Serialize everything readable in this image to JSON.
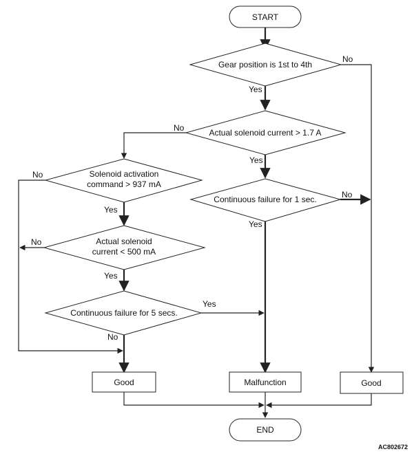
{
  "nodes": {
    "start": "START",
    "end": "END",
    "gear_check": [
      "Gear position is 1st to 4th"
    ],
    "current_gt_1_7": [
      "Actual solenoid current > 1.7 A"
    ],
    "continuous_1s": [
      "Continuous failure for 1 sec."
    ],
    "activation_cmd": [
      "Solenoid activation",
      "command > 937 mA"
    ],
    "current_lt_500": [
      "Actual solenoid",
      "current < 500 mA"
    ],
    "continuous_5s": [
      "Continuous failure for 5 secs."
    ],
    "good_left": "Good",
    "malfunction": "Malfunction",
    "good_right": "Good"
  },
  "edge_labels": {
    "gear_no": "No",
    "gear_yes": "Yes",
    "current_gt_no": "No",
    "current_gt_yes": "Yes",
    "cont1_no": "No",
    "cont1_yes": "Yes",
    "activation_no": "No",
    "activation_yes": "Yes",
    "current_lt_no": "No",
    "current_lt_yes": "Yes",
    "cont5_yes": "Yes",
    "cont5_no": "No"
  },
  "figure_code": "AC802672"
}
